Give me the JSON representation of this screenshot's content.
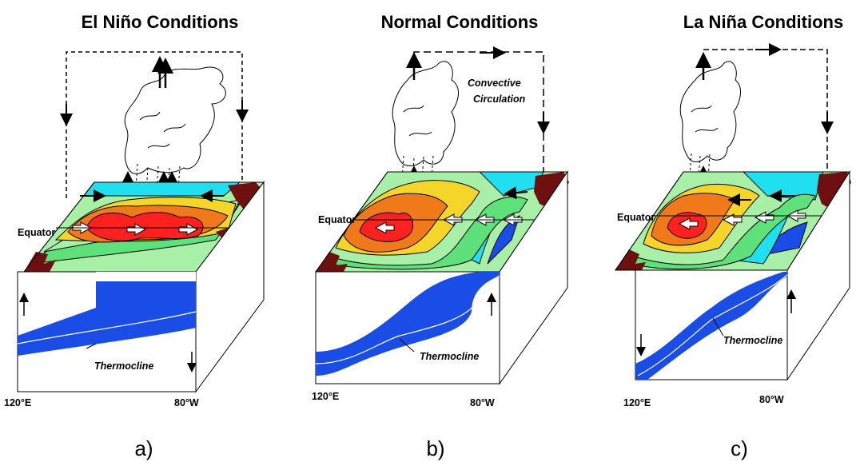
{
  "colors": {
    "land": "#6e1010",
    "ocean_warm": "#ff2020",
    "ocean_orange": "#f07a1a",
    "ocean_yellow": "#f5d52a",
    "ocean_lightgreen": "#a8f0a8",
    "ocean_green": "#5ee07a",
    "ocean_cyan": "#20e0f0",
    "ocean_blue": "#1a4de6"
  },
  "panels": [
    {
      "title": "El Niño Conditions",
      "equator_label": "Equator",
      "thermocline_label": "Thermocline",
      "lon_left": "120°E",
      "lon_right": "80°W",
      "caption": "a)"
    },
    {
      "title": "Normal Conditions",
      "equator_label": "Equator",
      "thermocline_label": "Thermocline",
      "convective_label_line1": "Convective",
      "convective_label_line2": "Circulation",
      "lon_left": "120°E",
      "lon_right": "80°W",
      "caption": "b)"
    },
    {
      "title": "La Niña Conditions",
      "equator_label": "Equator",
      "thermocline_label": "Thermocline",
      "lon_left": "120°E",
      "lon_right": "80°W",
      "caption": "c)"
    }
  ]
}
